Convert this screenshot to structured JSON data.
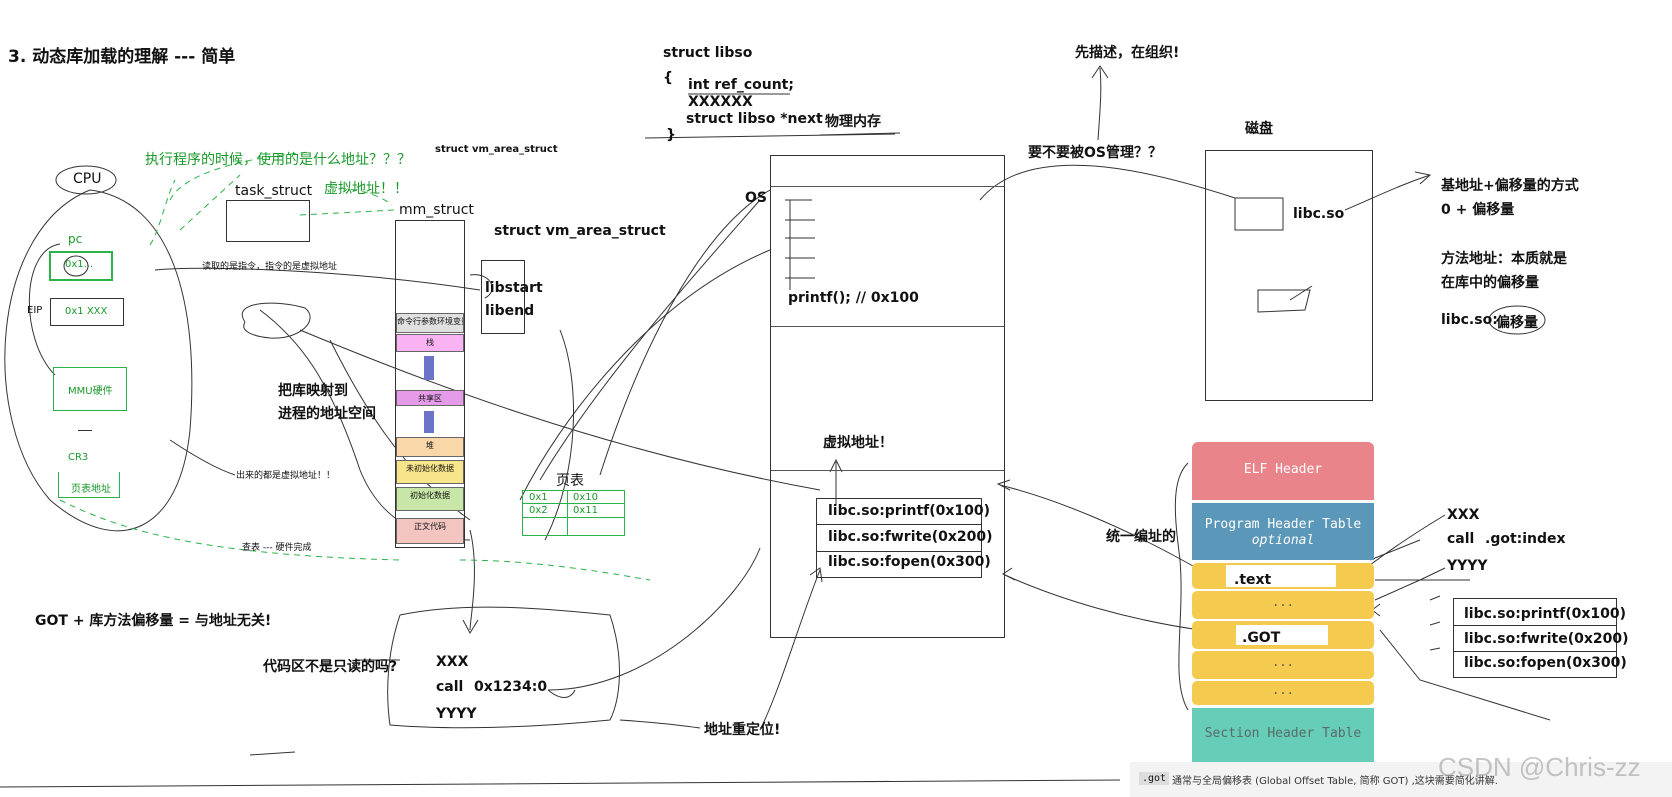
{
  "title": "3. 动态库加载的理解 --- 简单",
  "struct_libso": {
    "line1": "struct libso",
    "line2": "{",
    "line3": "int ref_count;",
    "line4": "XXXXXX",
    "line5": "struct libso *next",
    "line6": "物理内存",
    "line7": "}"
  },
  "top": {
    "describe_then_organize": "先描述，在组织!",
    "need_os_manage": "要不要被OS管理？？",
    "disk": "磁盘"
  },
  "cpu": {
    "label": "CPU",
    "pc": "pc",
    "pc_value": "0x1...",
    "eip": "EIP",
    "eip_value": "0x1 XXX",
    "mmu": "MMU硬件",
    "cr3": "CR3",
    "cr3_box": "页表地址"
  },
  "notes": {
    "exec_addr_question": "执行程序的时候，使用的是什么地址？？？",
    "virtual_addr": "虚拟地址！！",
    "read_instr": "读取的是指令，指令的是虚拟地址",
    "out_is_virtual": "出来的都是虚拟地址！！",
    "lookup": "查表 --- 硬件完成",
    "map_lib_1": "把库映射到",
    "map_lib_2": "进程的地址空间",
    "unified_addr": "统一编址的",
    "virtual_addr_os": "虚拟地址！",
    "relocation": "地址重定位!",
    "got_formula": "GOT + 库方法偏移量 = 与地址无关!",
    "code_readonly": "代码区不是只读的吗?"
  },
  "task_struct": "task_struct",
  "mm_struct": "mm_struct",
  "vm_area_struct_top": "struct vm_area_struct",
  "vm_area_struct": "struct vm_area_struct",
  "vma_fields": {
    "start": "libstart",
    "end": "libend"
  },
  "segments": [
    "命令行参数环境变量",
    "栈",
    "共享区",
    "堆",
    "未初始化数据",
    "初始化数据",
    "正文代码"
  ],
  "page_table": {
    "label": "页表",
    "rows": [
      [
        "0x1",
        "0x10"
      ],
      [
        "0x2",
        "0x11"
      ]
    ]
  },
  "os": {
    "label": "OS",
    "printf_call": "printf();   // 0x100"
  },
  "mem_lib_entries": [
    "libc.so:printf(0x100)",
    "libc.so:fwrite(0x200)",
    "libc.so:fopen(0x300)"
  ],
  "code_example": {
    "line1": "XXX",
    "call": "call",
    "addr": "0x1234:0",
    "line3": "YYYY"
  },
  "disk_panel": {
    "libc_so": "libc.so"
  },
  "right_notes": {
    "base_plus_offset": "基地址+偏移量的方式",
    "zero_plus_offset": "0 + 偏移量",
    "method_addr_1": "方法地址：本质就是",
    "method_addr_2": "在库中的偏移量",
    "libc_offset_prefix": "libc.so:",
    "libc_offset": "偏移量"
  },
  "elf": {
    "elf_header": "ELF Header",
    "pht": "Program Header Table",
    "pht_sub": "optional",
    "text": ".text",
    "dots": "...",
    "got": ".GOT",
    "sht": "Section Header Table"
  },
  "right_code": {
    "line1": "XXX",
    "call": "call",
    "got_index": ".got:index",
    "line3": "YYYY"
  },
  "got_entries": [
    "libc.so:printf(0x100)",
    "libc.so:fwrite(0x200)",
    "libc.so:fopen(0x300)"
  ],
  "footer": {
    "got_tag": ".got",
    "caption": "通常与全局偏移表 (Global Offset Table, 简称 GOT) ,这块需要简化讲解.",
    "watermark": "CSDN @Chris-zz"
  },
  "colors": {
    "elf_header": "#e8848a",
    "pht": "#5a97b8",
    "section": "#f5cb4f",
    "sht": "#66cdb9",
    "green": "#2bb24a"
  }
}
